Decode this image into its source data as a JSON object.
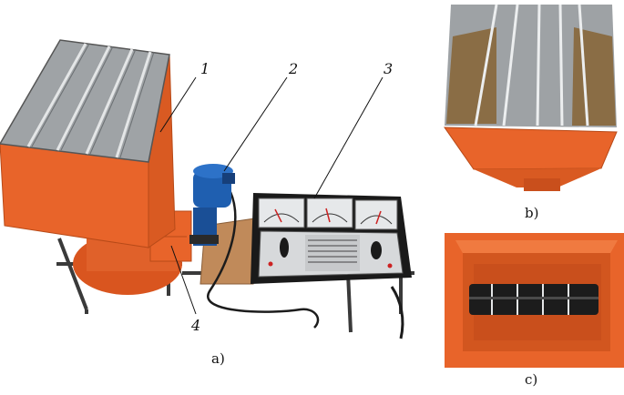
{
  "callouts": {
    "c1": "1",
    "c2": "2",
    "c3": "3",
    "c4": "4"
  },
  "captions": {
    "a": "a)",
    "b": "b)",
    "c": "c)"
  },
  "colors": {
    "hopper_orange": "#e8642a",
    "hopper_dark": "#c94f1c",
    "motor_blue": "#1f5fb0",
    "panel_black": "#1a1a1a",
    "metal_gray": "#b9bcbf",
    "board_wood": "#c08a5a",
    "seed_brown": "#8a6d45"
  }
}
